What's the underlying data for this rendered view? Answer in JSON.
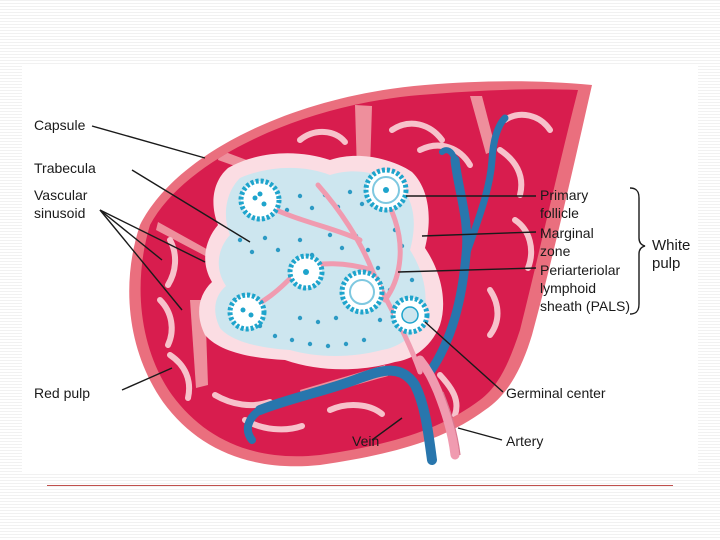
{
  "labels": {
    "capsule": "Capsule",
    "trabecula": "Trabecula",
    "vascular_sinusoid": [
      "Vascular",
      "sinusoid"
    ],
    "red_pulp": "Red pulp",
    "primary_follicle": [
      "Primary",
      "follicle"
    ],
    "marginal_zone": [
      "Marginal",
      "zone"
    ],
    "pals": [
      "Periarteriolar",
      "lymphoid",
      "sheath (PALS)"
    ],
    "white_pulp": [
      "White",
      "pulp"
    ],
    "germinal_center": "Germinal center",
    "vein": "Vein",
    "artery": "Artery"
  },
  "colors": {
    "red_pulp": "#d81d4e",
    "capsule": "#ea6f7e",
    "white_pulp": "#cde6ef",
    "vein": "#2876ad",
    "artery": "#f09bb0",
    "follicle": "#1ea4cc",
    "rule": "#c0504d"
  }
}
